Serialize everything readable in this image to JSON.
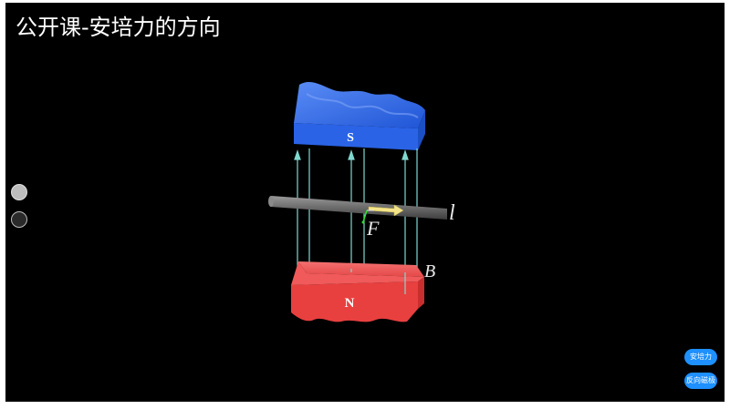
{
  "title": "公开课-安培力的方向",
  "magnet_top_label": "S",
  "magnet_bottom_label": "N",
  "wire_label": "l",
  "force_label": "F",
  "field_label": "B",
  "buttons": {
    "ampere_force": "安培力",
    "reverse_field": "反向磁极"
  },
  "colors": {
    "background": "#000000",
    "s_pole": "#2f6ee8",
    "n_pole": "#e83a3a",
    "field_lines": "#7fd9d0",
    "force_arrow": "#f3e48a",
    "button": "#1e90ff"
  }
}
